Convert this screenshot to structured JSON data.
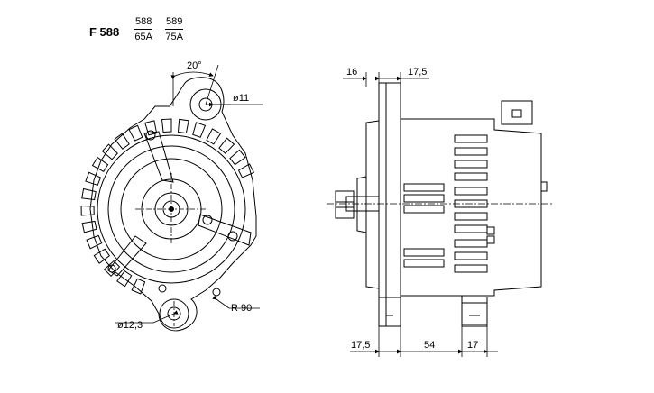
{
  "header": {
    "code": "F 588",
    "variants": [
      {
        "model": "588",
        "current": "65A"
      },
      {
        "model": "589",
        "current": "75A"
      }
    ]
  },
  "dimensions": {
    "angle": "20°",
    "mount_hole_top": "ø11",
    "mount_hole_bottom": "ø12,3",
    "radius": "R 90",
    "top_left": "16",
    "top_right": "17,5",
    "bottom_left": "17,5",
    "bottom_middle": "54",
    "bottom_right": "17"
  }
}
